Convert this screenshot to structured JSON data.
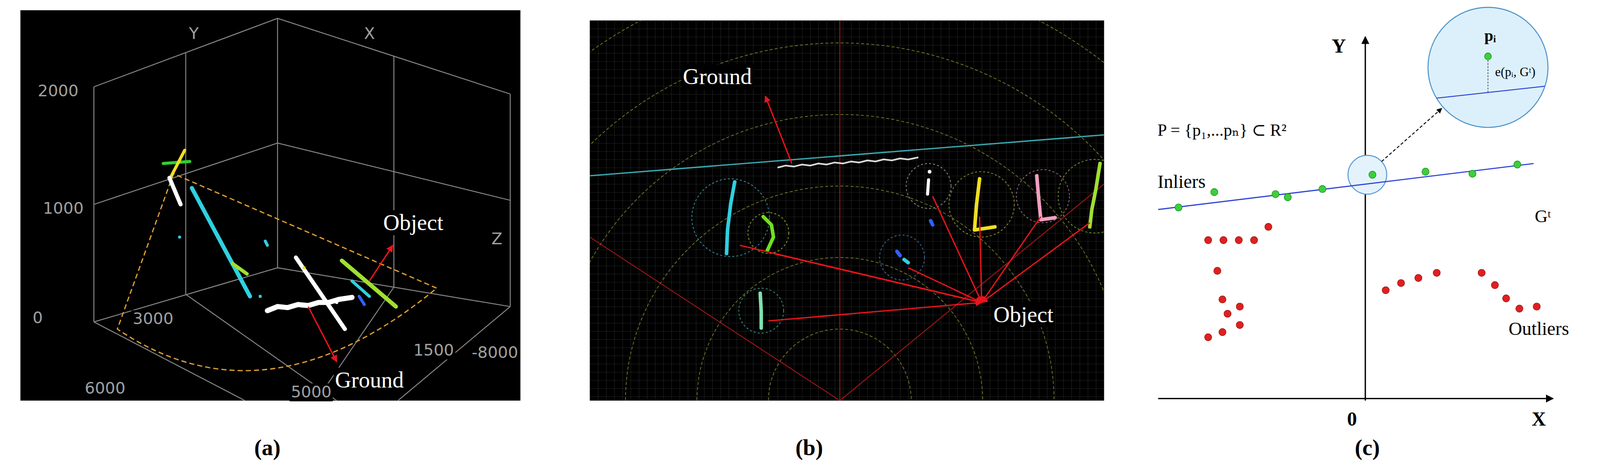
{
  "diagram": {
    "nodes": [
      {
        "text": [
          "pᵢ",
          "e(pᵢ, Gᵗ)"
        ]
      }
    ],
    "labels": [
      "Y",
      "X",
      "Z",
      "2000",
      "1000",
      "0",
      "3000",
      "6000",
      "5000",
      "1500",
      "-8000",
      "Object",
      "Ground",
      "(a)",
      "Ground",
      "Object",
      "(b)",
      "Y",
      "P = {p₁,...pₙ} ⊂ R²",
      "Inliers",
      "Gᵗ",
      "Outliers",
      "0",
      "X",
      "(c)"
    ]
  }
}
